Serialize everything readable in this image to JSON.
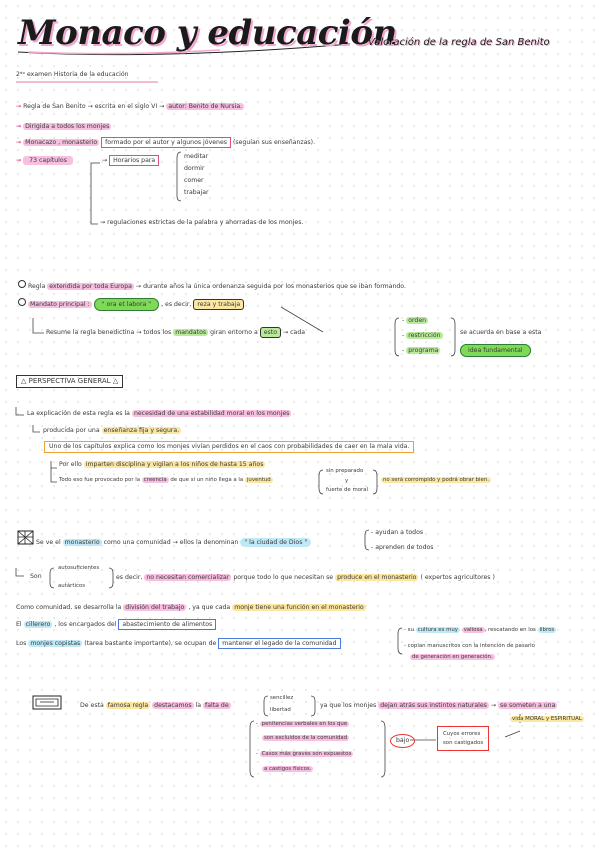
{
  "header": {
    "title": "Monaco y educación",
    "subtitle": "Valoración de la regla de San Benito",
    "exam_label": "2ᵈᵒ examen Historia de la educación"
  },
  "bullets": {
    "b1": {
      "a": "Regla de San Benito",
      "b": "escrita en el siglo VI",
      "c": "autor: Benito de Nursia."
    },
    "b2": "Dirigida a todos los monjes",
    "b3": {
      "a": "Monacazo , monasterio",
      "b": "formado por el autor y algunos jóvenes",
      "c": "(seguían sus enseñanzas)."
    },
    "b4": "73 capítulos",
    "horarios": "Horarios para",
    "horarios_items": [
      "meditar",
      "dormir",
      "comer",
      "trabajar"
    ],
    "regulaciones": "regulaciones estrictas de la palabra y ahorradas de los monjes."
  },
  "circle_bullets": {
    "c1": {
      "a": "Regla",
      "b": "extendida por toda Europa",
      "c": "durante años la única ordenanza seguida por los monasterios que se iban formando."
    },
    "c2": {
      "a": "Mandato principal :",
      "b": "\" ora et labora \"",
      "c": ", es decir,",
      "d": "reza y trabaja"
    },
    "resume": {
      "a": "Resume la regla benedictina",
      "b": "todos los",
      "c": "mandatos",
      "d": "giran entorno a",
      "e": "esto",
      "f": "cada"
    },
    "cada_items": [
      "orden",
      "restricción",
      "programa"
    ],
    "acuerda": "se acuerda en base a esta",
    "idea": "idea fundamental"
  },
  "perspectiva": {
    "title": "PERSPECTIVA GENERAL",
    "l1": {
      "a": "La explicación de esta regla es la",
      "b": "necesidad de una estabilidad moral en los monjes"
    },
    "l2": {
      "a": "producida por una",
      "b": "enseñanza fija y segura."
    },
    "l3": "Uno de los capítulos explica como los monjes vivían perdidos en el caos con probabilidades de caer en la mala vida.",
    "l4": {
      "a": "Por ello",
      "b": "imparten disciplina y vigilan a los niños de hasta 15 años"
    },
    "l5": {
      "a": "Todo eso fue provocado por la",
      "b": "creencia",
      "c": "de que si un niño llega a la",
      "d": "juventud",
      "e": "sin preparado",
      "f": "y",
      "g": "fuerte de moral",
      "h": "no será corrompido y podrá obrar bien."
    }
  },
  "section3": {
    "l1": {
      "a": "Se ve el",
      "b": "monasterio",
      "c": "como una comunidad",
      "d": "ellos la denominan",
      "e": "\" la ciudad de Dios \""
    },
    "l1_items": [
      "ayudan a todos",
      "aprenden de todos"
    ],
    "son_label": "Son",
    "son_items": [
      "autosuficientes",
      "autárticos"
    ],
    "l2": {
      "a": "es decir,",
      "b": "no necesitan comercializar",
      "c": "porque todo lo que necesitan se",
      "d": "produce en el monasterio",
      "e": "( expertos agricultores )"
    },
    "l3": {
      "a": "Como comunidad, se desarrolla la",
      "b": "división del trabajo",
      "c": ", ya que cada",
      "d": "monje tiene una función en el monasterio"
    },
    "l4": {
      "a": "El",
      "b": "cillerero",
      "c": ", los encargados del",
      "d": "abastecimiento de alimentos"
    },
    "l5": {
      "a": "Los",
      "b": "monjes copistas",
      "c": "(tarea bastante importante), se ocupan de",
      "d": "mantener el legado de la comunidad"
    },
    "l5_items": {
      "i1a": "su",
      "i1b": "cultura es muy",
      "i1c": "valiosa",
      "i1d": ", rescatando en los",
      "i1e": "libros",
      "i2a": "copian manuscritos con la",
      "i2b": "intención de pasarlo",
      "i2c": "de generación en generación."
    }
  },
  "section4": {
    "l1": {
      "a": "De esta",
      "b": "famosa regla",
      "c": "destacamos",
      "d": "la",
      "e": "falta de",
      "f": "ya que los monjes",
      "g": "dejan atrás sus instintos naturales",
      "h": "se someten a una"
    },
    "falta_items": [
      "sencillez",
      "libertad"
    ],
    "vida": "vida MORAL y ESPIRITUAL",
    "items": [
      "penitencias verbales en los que",
      "son excluidos de la comunidad",
      "Casos más graves son expuestos",
      "a castigos físicos."
    ],
    "bajo": "bajo",
    "cuyos": [
      "Cuyos errores",
      "son castigados"
    ]
  }
}
